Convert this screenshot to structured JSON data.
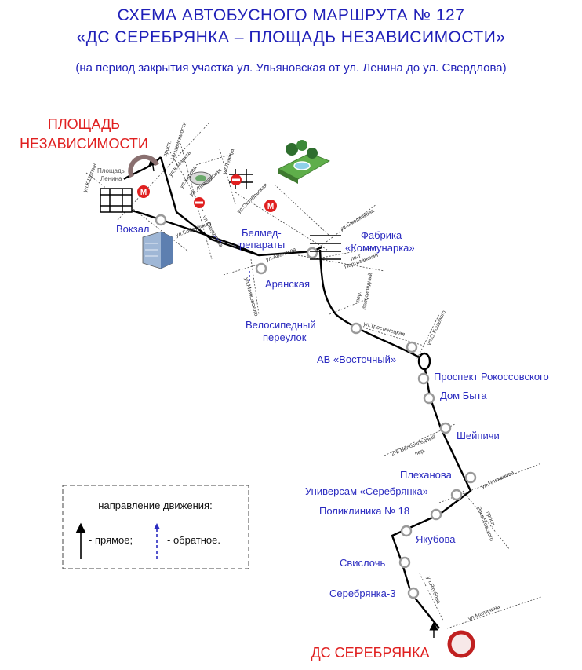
{
  "header": {
    "title_line1": "СХЕМА АВТОБУСНОГО МАРШРУТА № 127",
    "title_line2": "«ДС СЕРЕБРЯНКА – ПЛОЩАДЬ НЕЗАВИСИМОСТИ»",
    "subtitle": "(на период закрытия участка ул. Ульяновская от ул. Ленина до ул. Свердлова)"
  },
  "terminals": {
    "north_line1": "ПЛОЩАДЬ",
    "north_line2": "НЕЗАВИСИМОСТИ",
    "south": "ДС СЕРЕБРЯНКА"
  },
  "stops": {
    "vokzal": "Вокзал",
    "belmed_1": "Белмед-",
    "belmed_2": "препараты",
    "fabrika_1": "Фабрика",
    "fabrika_2": "«Коммунарка»",
    "aranskaya": "Аранская",
    "velo_1": "Велосипедный",
    "velo_2": "переулок",
    "av_vostochny": "АВ «Восточный»",
    "prospekt_rokossovskogo": "Проспект Рокоссовского",
    "dom_byta": "Дом Быта",
    "sheypichi": "Шейпичи",
    "plekhanova": "Плеханова",
    "universam": "Универсам «Серебрянка»",
    "poliklinika": "Поликлиника № 18",
    "yakubova": "Якубова",
    "svisloch": "Свислочь",
    "serebryanka3": "Серебрянка-3"
  },
  "streets": {
    "nezavisimosti_1": "просп.",
    "nezavisimosti_2": "Независимости",
    "k_marksa": "ул.К.Маркса",
    "kirova": "ул.Кирова",
    "k_tsetkin": "ул.К.Цеткин",
    "pl_lenina_1": "Площадь",
    "pl_lenina_2": "Ленина",
    "ulyanovskaya": "ул.Ульяновская",
    "sverdlova": "ул.Свердлова",
    "bobruiskaya": "ул.Бобруйская",
    "lenina": "ул.Ленина",
    "oktyabrskaya": "ул.Октябрьская",
    "smolyachkova": "ул.Смолячкова",
    "partizansky_1": "пр-т",
    "partizansky_2": "Партизанский",
    "aranskaya": "ул.Аранская",
    "mayakovskogo": "ул.Маяковского",
    "velosipedny_1": "пер.",
    "velosipedny_2": "Велосипедный",
    "trostenetskaya": "ул.Тростенецкая",
    "o_koshevogo": "ул.О.Кошевого",
    "velosipedny2_1": "2-й Велосипедный",
    "velosipedny2_2": "пер.",
    "plekhanova": "ул.Плеханова",
    "rokossovskogo_1": "просп.",
    "rokossovskogo_2": "Рокоссовского",
    "yakubova": "ул.Якубова",
    "malinina": "ул.Малинина"
  },
  "icons": {
    "metro_letter": "М"
  },
  "legend": {
    "title": "направление движения:",
    "forward": "- прямое;",
    "reverse": "- обратное."
  },
  "colors": {
    "title": "#1f1fb8",
    "terminal": "#e02020",
    "stop_label": "#2b2bc0",
    "route": "#000000",
    "reverse_arrow": "#2b2bc0",
    "stop_circle": "#9a9a9a",
    "terminal_circle": "#8a7070"
  }
}
